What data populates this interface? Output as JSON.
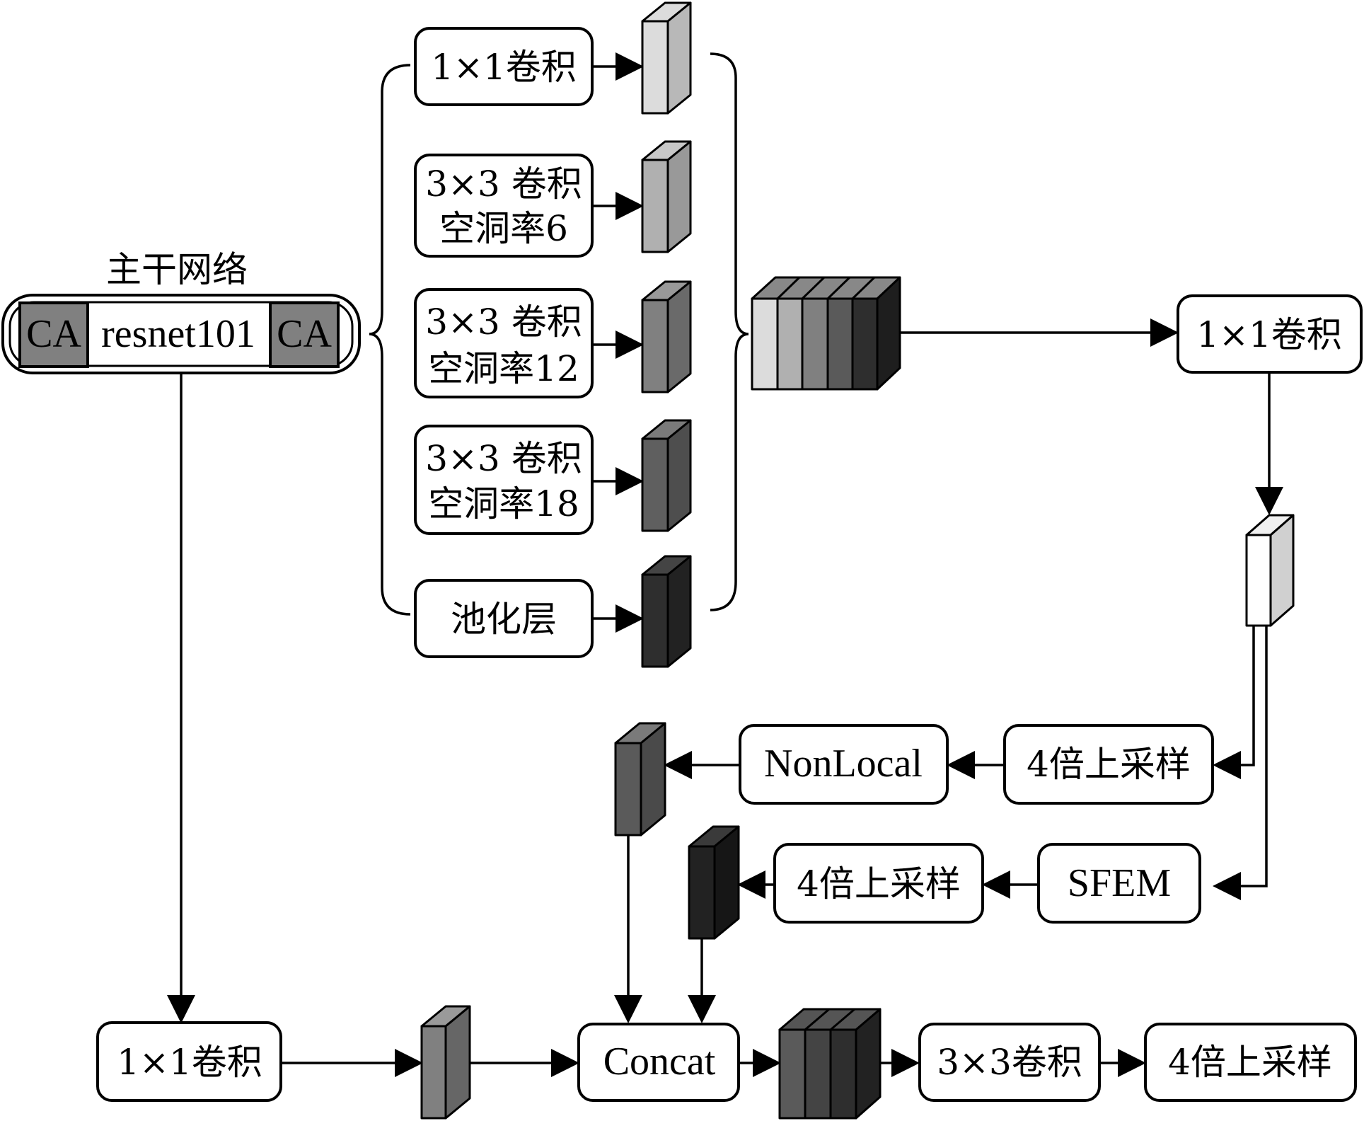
{
  "backbone": {
    "title": "主干网络",
    "ca_left": "CA",
    "name": "resnet101",
    "ca_right": "CA"
  },
  "aspp": {
    "branch1": "1×1卷积",
    "branch2_line1": "3×3 卷积",
    "branch2_line2": "空洞率6",
    "branch3_line1": "3×3 卷积",
    "branch3_line2": "空洞率12",
    "branch4_line1": "3×3 卷积",
    "branch4_line2": "空洞率18",
    "branch5": "池化层"
  },
  "right_path": {
    "conv1x1": "1×1卷积",
    "upsample_a": "4倍上采样",
    "nonlocal": "NonLocal",
    "sfem": "SFEM",
    "upsample_b": "4倍上采样"
  },
  "bottom_path": {
    "conv1x1": "1×1卷积",
    "concat": "Concat",
    "conv3x3": "3×3卷积",
    "upsample_final": "4倍上采样"
  },
  "colors": {
    "feature_white": "#ffffff",
    "feature_light": "#dcdcdc",
    "feature_lightgray": "#b0b0b0",
    "feature_gray": "#808080",
    "feature_darkgray": "#5a5a5a",
    "feature_black": "#2e2e2e",
    "ca_fill": "#808080"
  }
}
